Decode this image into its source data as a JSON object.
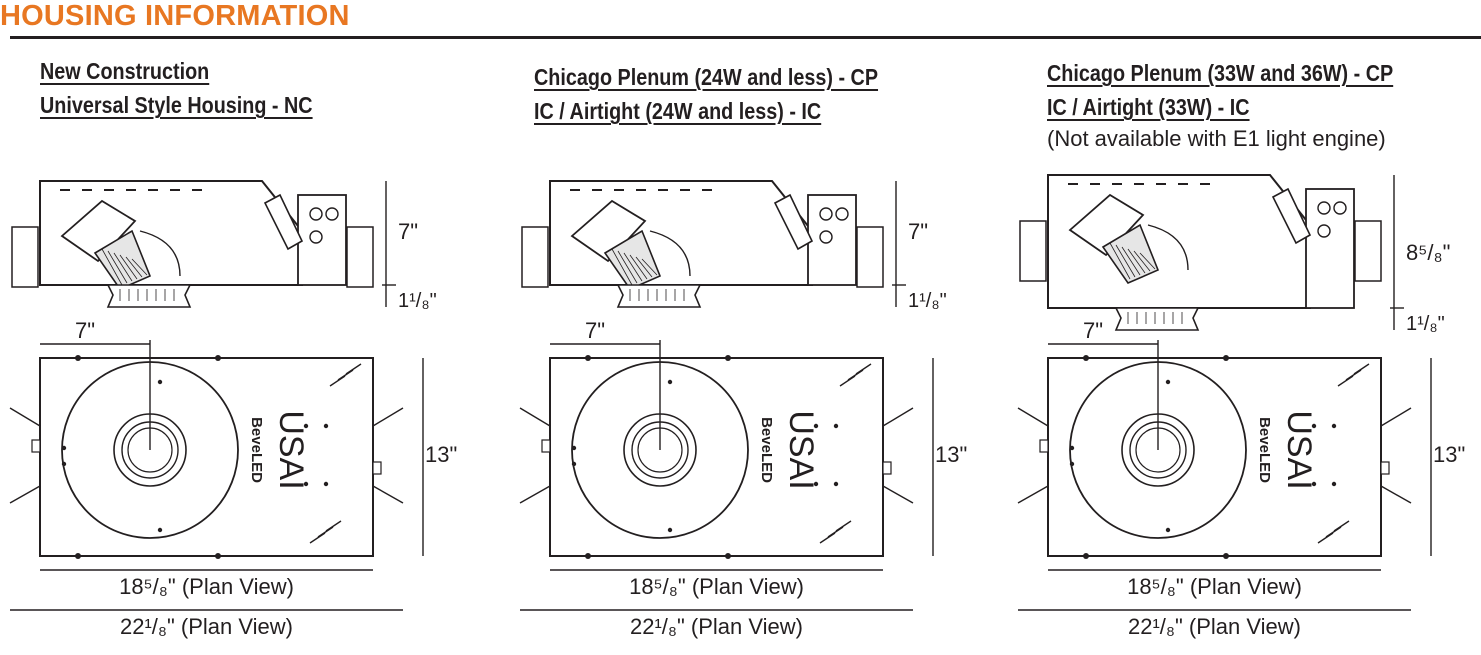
{
  "page": {
    "title": "HOUSING INFORMATION",
    "accent_color": "#e87722"
  },
  "columns": [
    {
      "heading": [
        "New Construction",
        "Universal Style Housing - NC"
      ],
      "note": "",
      "elevation_height": "7\"",
      "trim_height": "1¹/₈\"",
      "plan_offset": "7\"",
      "plan_depth": "13\"",
      "plan_width": "18⁵/₈\" (Plan View)",
      "overall_width": "22¹/₈\" (Plan View)",
      "logo_line1": "USAI",
      "logo_line2": "BeveLED"
    },
    {
      "heading": [
        "Chicago Plenum (24W and less) - CP",
        "IC / Airtight (24W and less) - IC"
      ],
      "note": "",
      "elevation_height": "7\"",
      "trim_height": "1¹/₈\"",
      "plan_offset": "7\"",
      "plan_depth": "13\"",
      "plan_width": "18⁵/₈\" (Plan View)",
      "overall_width": "22¹/₈\" (Plan View)",
      "logo_line1": "USAI",
      "logo_line2": "BeveLED"
    },
    {
      "heading": [
        "Chicago Plenum (33W and 36W) - CP",
        "IC / Airtight (33W) - IC"
      ],
      "note": "(Not available with E1 light engine)",
      "elevation_height": "8⁵/₈\"",
      "trim_height": "1¹/₈\"",
      "plan_offset": "7\"",
      "plan_depth": "13\"",
      "plan_width": "18⁵/₈\" (Plan View)",
      "overall_width": "22¹/₈\" (Plan View)",
      "logo_line1": "USAI",
      "logo_line2": "BeveLED"
    }
  ]
}
